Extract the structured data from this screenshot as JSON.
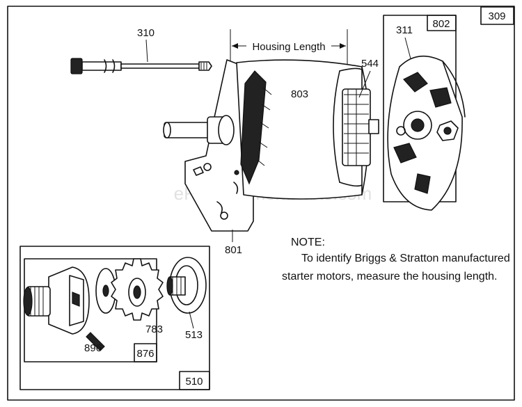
{
  "labels": {
    "frame_number": "309",
    "bolt": "310",
    "housing_length": "Housing Length",
    "armature": "544",
    "housing": "803",
    "end_cap_number": "311",
    "end_cap_box": "802",
    "drive_end_cap": "801",
    "drive_kit_box": "510",
    "drive_assembly_box": "876",
    "drive_pin": "896",
    "gear": "783",
    "nut": "513"
  },
  "note": {
    "heading": "NOTE:",
    "line1": "To identify Briggs & Stratton manufactured",
    "line2": "starter motors, measure the housing length."
  },
  "watermark": "eReplacementParts.com"
}
